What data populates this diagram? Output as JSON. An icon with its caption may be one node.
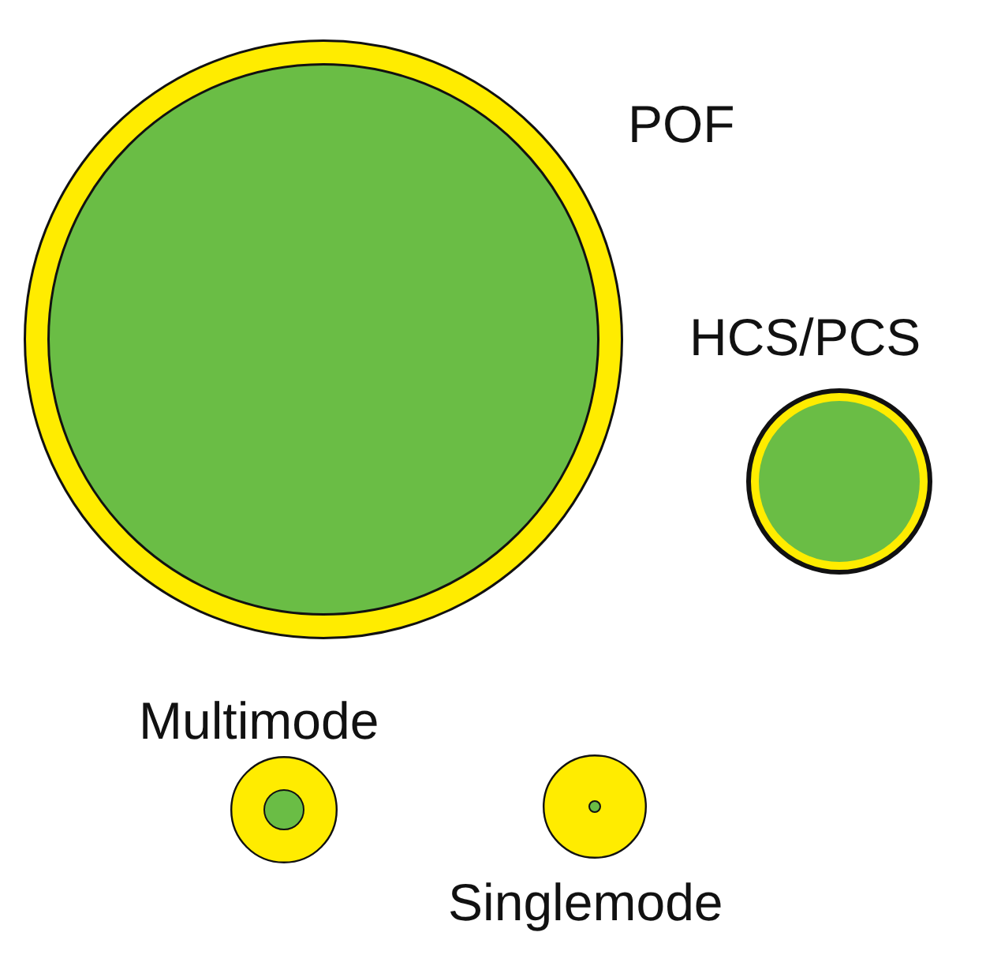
{
  "diagram": {
    "nodes": [
      {
        "text": [
          "POF"
        ]
      },
      {
        "text": [],
        "shape": "circle",
        "in": 0
      },
      {
        "text": [
          "HCS/PCS"
        ]
      },
      {
        "text": [],
        "shape": "circle",
        "in": 2
      },
      {
        "text": [
          "Multimode"
        ]
      },
      {
        "text": [],
        "shape": "circle",
        "in": 4
      },
      {
        "text": [
          "Singlemode"
        ]
      },
      {
        "text": [],
        "shape": "circle",
        "in": 6
      }
    ]
  }
}
